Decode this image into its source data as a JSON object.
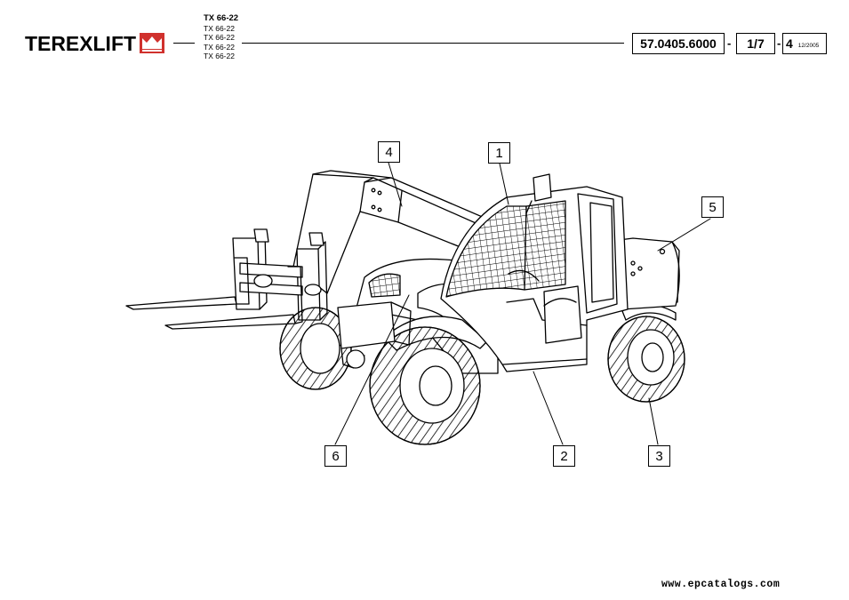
{
  "header": {
    "brand": "TEREXLIFT",
    "model_main": "TX 66-22",
    "model_variants": [
      "TX 66-22",
      "TX 66-22",
      "TX 66-22",
      "TX 66-22"
    ],
    "part_number": "57.0405.6000",
    "sheet": "1/7",
    "revision": "4",
    "date": "12/2005"
  },
  "callouts": [
    "1",
    "2",
    "3",
    "4",
    "5",
    "6"
  ],
  "footer": {
    "website": "www.epcatalogs.com"
  },
  "icons": {
    "brand_logo": "terex-crown-logo-icon"
  },
  "colors": {
    "logo_red": "#d0312d"
  }
}
